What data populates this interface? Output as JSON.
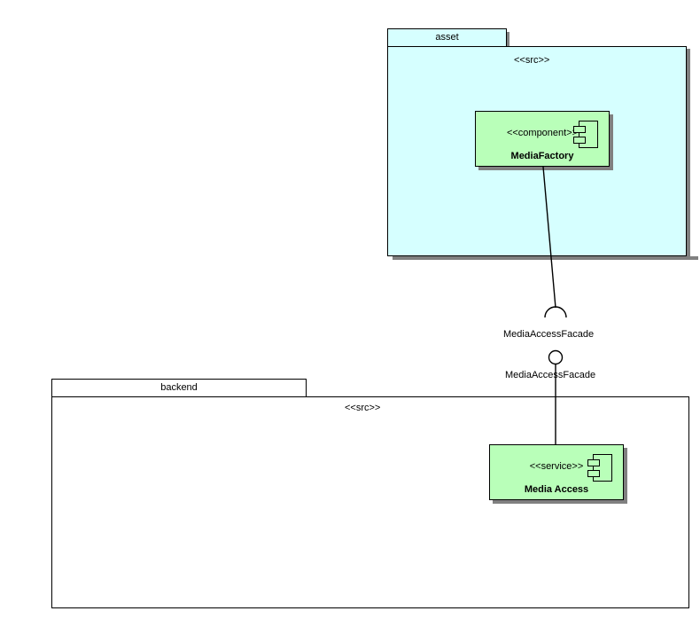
{
  "diagram": {
    "type": "uml-component-diagram",
    "background": "#ffffff",
    "colors": {
      "package_asset_fill": "#d6ffff",
      "package_backend_fill": "#ffffff",
      "component_fill": "#b9ffb9",
      "shadow": "#808080",
      "stroke": "#000000"
    }
  },
  "packages": [
    {
      "id": "asset",
      "name": "asset",
      "stereotype": "<<src>>",
      "fill": "#d6ffff",
      "has_shadow": true
    },
    {
      "id": "backend",
      "name": "backend",
      "stereotype": "<<src>>",
      "fill": "#ffffff",
      "has_shadow": false
    }
  ],
  "components": [
    {
      "id": "media-factory",
      "stereotype": "<<component>>",
      "name": "MediaFactory",
      "package": "asset",
      "icon": "uml-component-icon"
    },
    {
      "id": "media-access",
      "stereotype": "<<service>>",
      "name": "Media Access",
      "package": "backend",
      "icon": "uml-component-icon"
    }
  ],
  "interfaces": [
    {
      "id": "required-media-access-facade",
      "kind": "required",
      "notation": "socket",
      "label": "MediaAccessFacade",
      "owner": "media-factory"
    },
    {
      "id": "provided-media-access-facade",
      "kind": "provided",
      "notation": "ball",
      "label": "MediaAccessFacade",
      "owner": "media-access"
    }
  ],
  "connectors": [
    {
      "id": "media-factory-to-socket",
      "from": "media-factory",
      "to": "required-media-access-facade"
    },
    {
      "id": "ball-to-media-access",
      "from": "provided-media-access-facade",
      "to": "media-access"
    }
  ]
}
